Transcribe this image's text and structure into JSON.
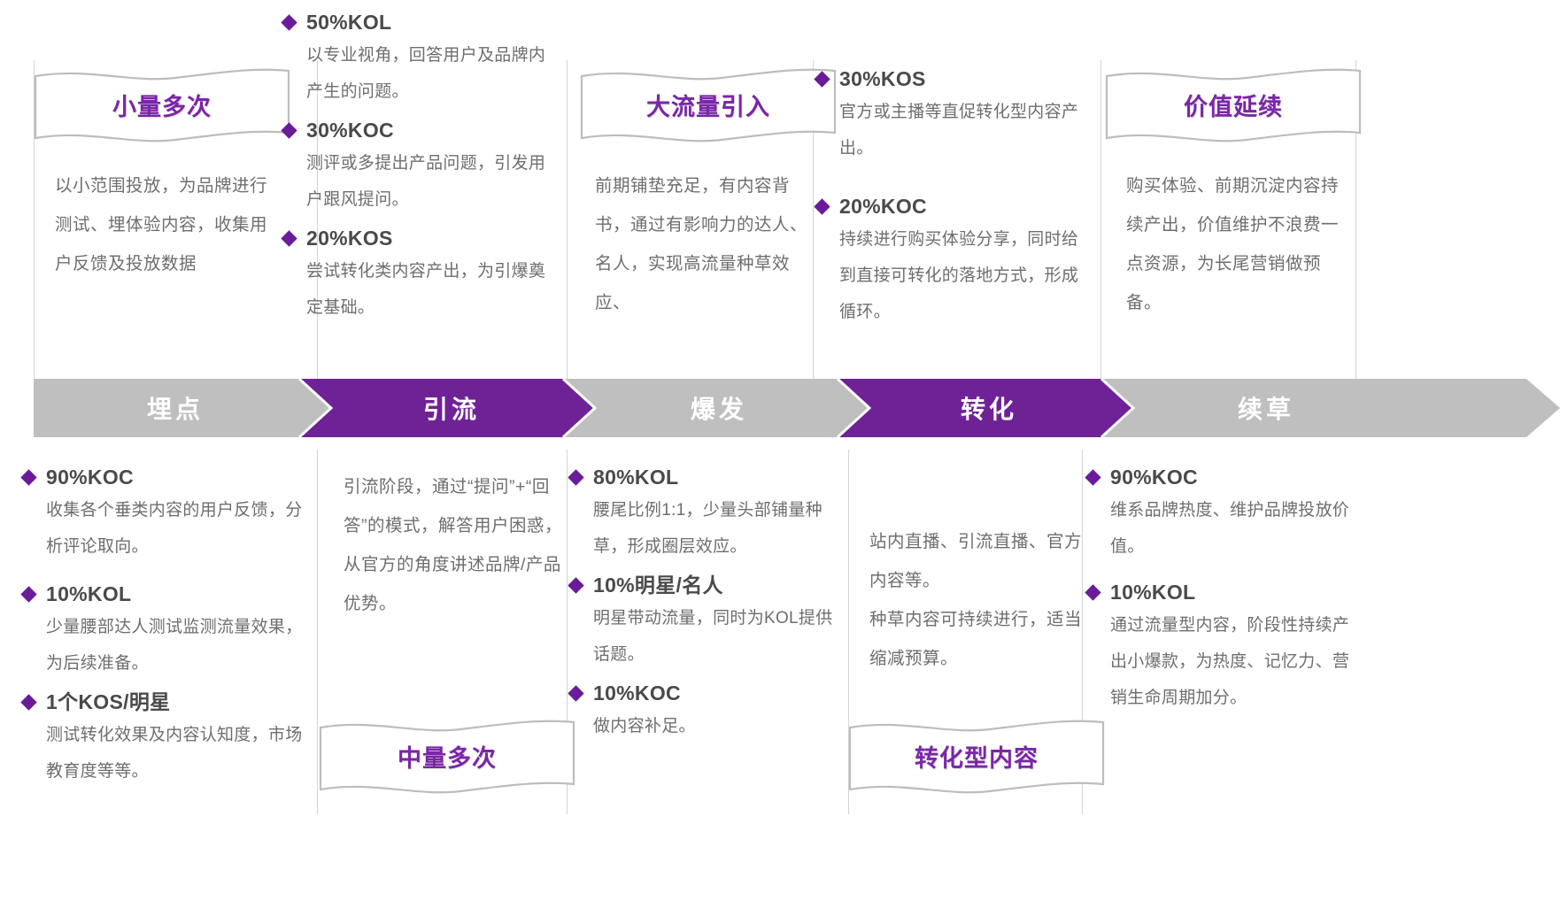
{
  "colors": {
    "purple": "#7B25A8",
    "arrow_purple": "#6F2196",
    "arrow_gray": "#BFBFBF",
    "body_text": "#6e6e6e",
    "heading_text": "#4a4a4a",
    "bullet": "#6A1B9A",
    "divider": "#d4d4d4"
  },
  "stages": [
    {
      "label": "埋点",
      "active": false
    },
    {
      "label": "引流",
      "active": true
    },
    {
      "label": "爆发",
      "active": false
    },
    {
      "label": "转化",
      "active": true
    },
    {
      "label": "续草",
      "active": false
    }
  ],
  "top": {
    "col1": {
      "banner": "小量多次",
      "paragraph": "以小范围投放，为品牌进行测试、埋体验内容，收集用户反馈及投放数据"
    },
    "col2": {
      "bullets": [
        {
          "title": "50%KOL",
          "body": "以专业视角，回答用户及品牌内产生的问题。"
        },
        {
          "title": "30%KOC",
          "body": "测评或多提出产品问题，引发用户跟风提问。"
        },
        {
          "title": "20%KOS",
          "body": "尝试转化类内容产出，为引爆奠定基础。"
        }
      ]
    },
    "col3": {
      "banner": "大流量引入",
      "paragraph": "前期铺垫充足，有内容背书，通过有影响力的达人、名人，实现高流量种草效应、"
    },
    "col4": {
      "bullets": [
        {
          "title": "30%KOS",
          "body": "官方或主播等直促转化型内容产出。"
        },
        {
          "title": "20%KOC",
          "body": "持续进行购买体验分享，同时给到直接可转化的落地方式，形成循环。"
        }
      ]
    },
    "col5": {
      "banner": "价值延续",
      "paragraph": "购买体验、前期沉淀内容持续产出，价值维护不浪费一点资源，为长尾营销做预备。"
    }
  },
  "bottom": {
    "col1": {
      "bullets": [
        {
          "title": "90%KOC",
          "body": "收集各个垂类内容的用户反馈，分析评论取向。"
        },
        {
          "title": "10%KOL",
          "body": "少量腰部达人测试监测流量效果，为后续准备。"
        },
        {
          "title": "1个KOS/明星",
          "body": "测试转化效果及内容认知度，市场教育度等等。"
        }
      ]
    },
    "col2": {
      "paragraph": "引流阶段，通过“提问”+“回答”的模式，解答用户困惑，从官方的角度讲述品牌/产品优势。",
      "banner": "中量多次"
    },
    "col3": {
      "bullets": [
        {
          "title": "80%KOL",
          "body": "腰尾比例1:1，少量头部铺量种草，形成圈层效应。"
        },
        {
          "title": "10%明星/名人",
          "body": "明星带动流量，同时为KOL提供话题。"
        },
        {
          "title": "10%KOC",
          "body": "做内容补足。"
        }
      ]
    },
    "col4": {
      "paragraph": "站内直播、引流直播、官方内容等。\n种草内容可持续进行，适当缩减预算。",
      "banner": "转化型内容"
    },
    "col5": {
      "bullets": [
        {
          "title": "90%KOC",
          "body": "维系品牌热度、维护品牌投放价值。"
        },
        {
          "title": "10%KOL",
          "body": "通过流量型内容，阶段性持续产出小爆款，为热度、记忆力、营销生命周期加分。"
        }
      ]
    }
  }
}
